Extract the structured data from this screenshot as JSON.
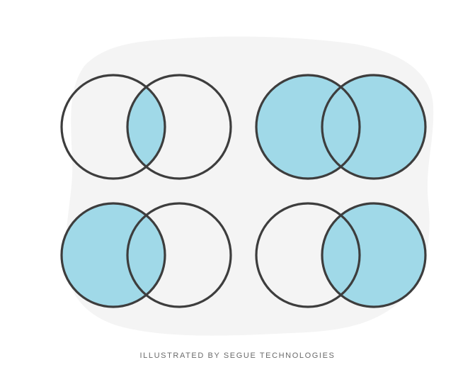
{
  "credit": "ILLUSTRATED BY SEGUE TECHNOLOGIES",
  "colors": {
    "background_blob": "#f4f4f4",
    "fill": "#a0d9e8",
    "stroke": "#3d3d3d",
    "page": "#ffffff"
  },
  "diagrams": [
    {
      "name": "intersection",
      "shaded": "overlap"
    },
    {
      "name": "union",
      "shaded": "both circles"
    },
    {
      "name": "left set",
      "shaded": "left circle"
    },
    {
      "name": "right set",
      "shaded": "right circle"
    }
  ]
}
